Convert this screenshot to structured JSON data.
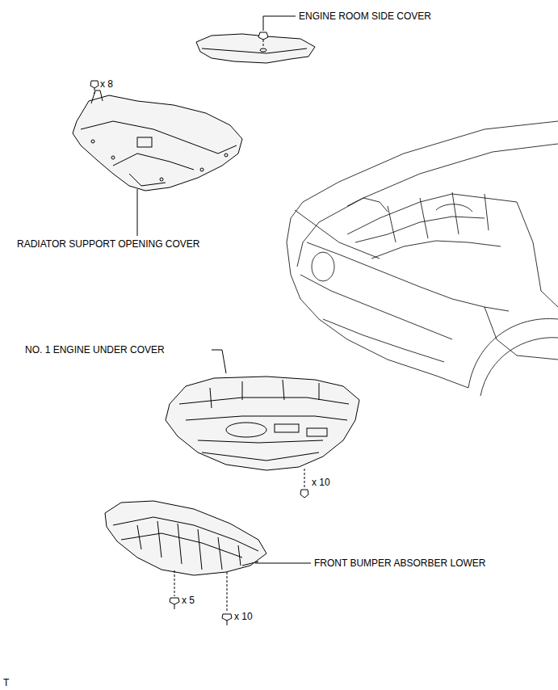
{
  "diagram": {
    "labels": [
      "ENGINE ROOM SIDE COVER",
      "x 8",
      "RADIATOR SUPPORT OPENING COVER",
      "NO. 1 ENGINE UNDER COVER",
      "x 10",
      "FRONT BUMPER ABSORBER LOWER",
      "x 5",
      "x 10",
      "T"
    ]
  }
}
